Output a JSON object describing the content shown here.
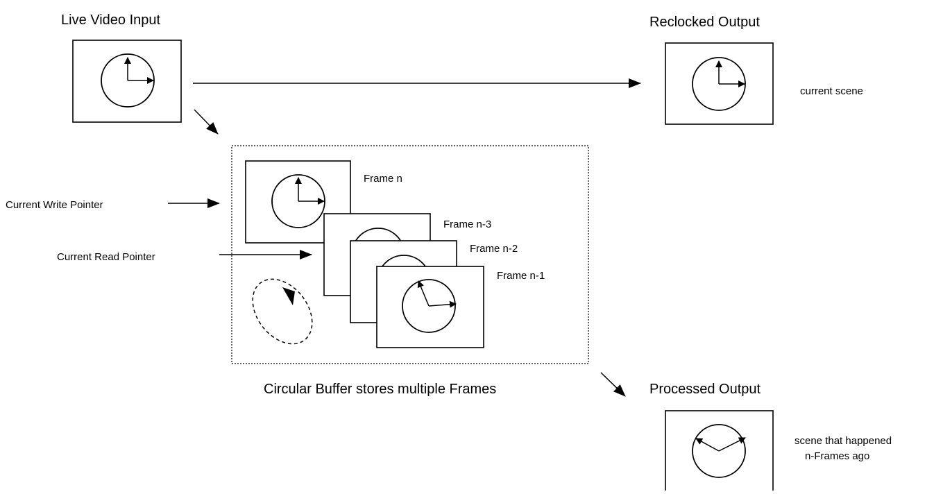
{
  "labels": {
    "live_video_input": "Live Video Input",
    "reclocked_output": "Reclocked Output",
    "current_scene": "current scene",
    "frame_n": "Frame n",
    "frame_n3": "Frame n-3",
    "frame_n2": "Frame n-2",
    "frame_n1": "Frame n-1",
    "current_write_pointer": "Current Write Pointer",
    "current_read_pointer": "Current Read Pointer",
    "circular_buffer_caption": "Circular Buffer stores multiple Frames",
    "processed_output": "Processed Output",
    "scene_past_line1": "scene that happened",
    "scene_past_line2": "n-Frames ago"
  },
  "colors": {
    "stroke": "#000000",
    "background": "#ffffff"
  }
}
